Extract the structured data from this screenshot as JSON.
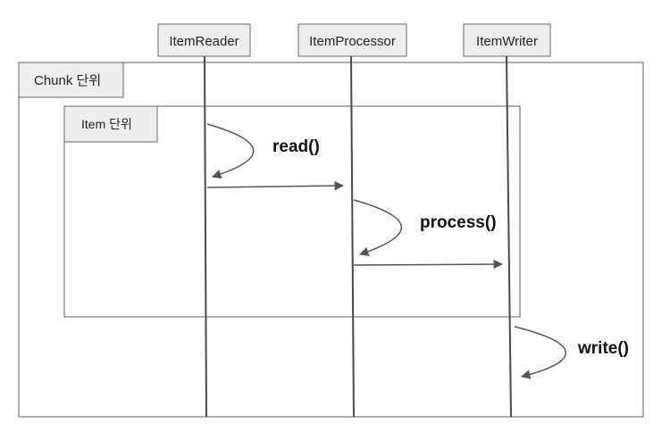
{
  "participants": [
    {
      "name": "ItemReader"
    },
    {
      "name": "ItemProcessor"
    },
    {
      "name": "ItemWriter"
    }
  ],
  "frames": {
    "chunk": {
      "label": "Chunk 단위"
    },
    "item": {
      "label": "Item 단위"
    }
  },
  "calls": {
    "read": "read()",
    "process": "process()",
    "write": "write()"
  }
}
